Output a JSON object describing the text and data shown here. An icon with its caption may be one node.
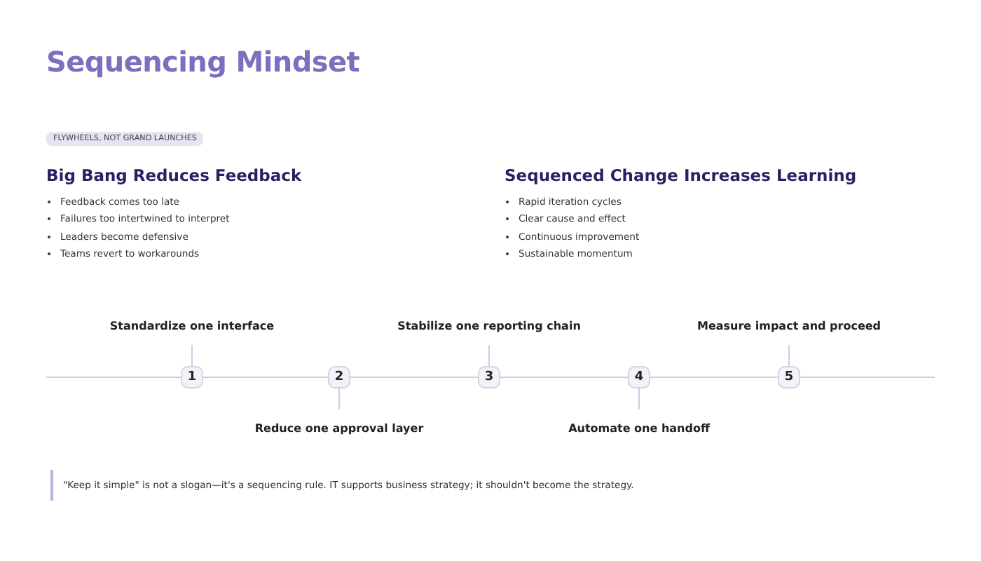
{
  "diagram": {
    "title": "Sequencing Mindset",
    "nodes": [
      {
        "text": [
          "1"
        ]
      },
      {
        "text": [
          "2"
        ]
      },
      {
        "text": [
          "3"
        ]
      },
      {
        "text": [
          "4"
        ]
      },
      {
        "text": [
          "5"
        ]
      },
      {
        "text": [
          "Standardize one interface"
        ]
      },
      {
        "text": [
          "Reduce one approval layer"
        ]
      },
      {
        "text": [
          "Stabilize one reporting chain"
        ]
      },
      {
        "text": [
          "Automate one handoff"
        ]
      },
      {
        "text": [
          "Measure impact and proceed"
        ]
      }
    ],
    "edges": [
      {
        "from": 0,
        "to": 1,
        "arrow": "none"
      },
      {
        "from": 1,
        "to": 2,
        "arrow": "none"
      },
      {
        "from": 2,
        "to": 3,
        "arrow": "none"
      },
      {
        "from": 3,
        "to": 4,
        "arrow": "none"
      },
      {
        "from": 5,
        "to": 0,
        "arrow": "none"
      },
      {
        "from": 6,
        "to": 1,
        "arrow": "none"
      },
      {
        "from": 7,
        "to": 2,
        "arrow": "none"
      },
      {
        "from": 8,
        "to": 3,
        "arrow": "none"
      },
      {
        "from": 9,
        "to": 4,
        "arrow": "none"
      }
    ],
    "labels": [
      "FLYWHEELS, NOT GRAND LAUNCHES",
      "Big Bang Reduces Feedback",
      "Feedback comes too late",
      "Failures too intertwined to interpret",
      "Leaders become defensive",
      "Teams revert to workarounds",
      "Sequenced Change Increases Learning",
      "Rapid iteration cycles",
      "Clear cause and effect",
      "Continuous improvement",
      "Sustainable momentum",
      "\"Keep it simple\" is not a slogan—it's a sequencing rule. IT supports business strategy; it shouldn't become the strategy."
    ]
  }
}
